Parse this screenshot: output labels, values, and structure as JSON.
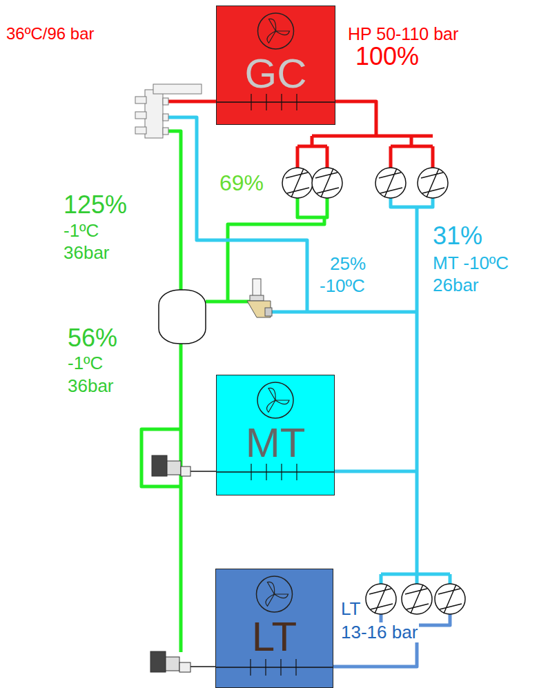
{
  "diagram": {
    "nodes": [
      {
        "text": [
          "GC"
        ]
      },
      {
        "text": [
          "MT"
        ]
      },
      {
        "text": [
          "LT"
        ]
      }
    ],
    "labels": [
      "36ºC/96 bar",
      "HP 50-110 bar",
      "100%",
      "69%",
      "125%",
      "-1ºC",
      "36bar",
      "31%",
      "25%",
      "-10ºC",
      "MT -10ºC",
      "26bar",
      "56%",
      "-1ºC",
      "36bar",
      "LT",
      "13-16 bar"
    ]
  }
}
